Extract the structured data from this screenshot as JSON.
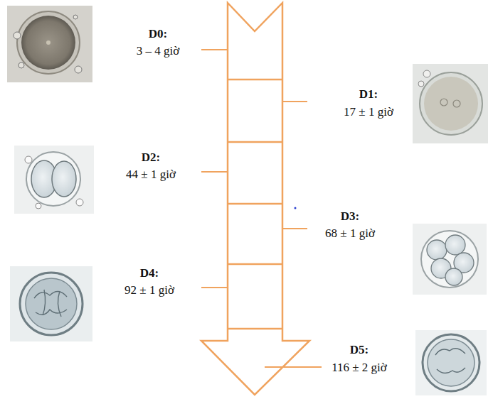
{
  "diagram": {
    "labels": [
      "D0:",
      "3 – 4 giờ",
      "D1:",
      "17 ± 1 giờ",
      "D2:",
      "44 ± 1 giờ",
      "D3:",
      "68 ± 1 giờ",
      "D4:",
      "92 ± 1 giờ",
      "D5:",
      "116 ± 2 giờ"
    ]
  }
}
